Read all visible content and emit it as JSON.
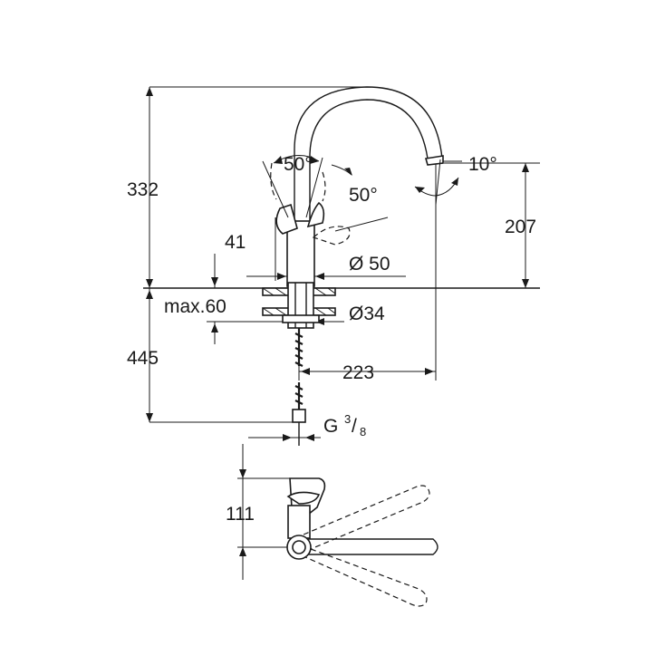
{
  "dimensions": {
    "height_total": "332",
    "spout_height": "207",
    "lever_angle_front": "50°",
    "lever_angle_side": "50°",
    "spout_angle": "10°",
    "lever_offset": "41",
    "body_diameter": "Ø 50",
    "max_deck_thickness": "max.60",
    "hole_diameter": "Ø34",
    "hose_length": "445",
    "spout_reach": "223",
    "connection_prefix": "G",
    "connection_numerator": "3",
    "connection_denominator": "8",
    "clearance": "111"
  }
}
